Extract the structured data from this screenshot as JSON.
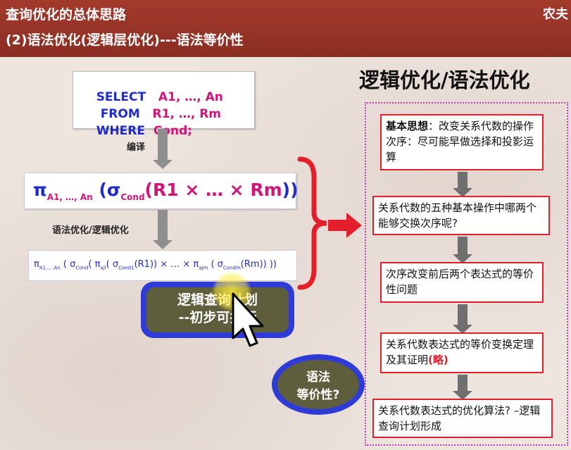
{
  "header": {
    "title": "查询优化的总体思路",
    "subtitle": "(2)语法优化(逻辑层优化)---语法等价性",
    "corner": "农夫"
  },
  "sql": {
    "select_kw": "SELECT",
    "select_val": "A1, …, An",
    "from_kw": "FROM",
    "from_val": "R1, …, Rm",
    "where_kw": "WHERE",
    "where_val": "Cond;"
  },
  "labels": {
    "compile": "编译",
    "syntax_opt": "语法优化/逻辑优化"
  },
  "expr1": {
    "pi": "π",
    "pi_sub": "A1, …, An",
    "open": " (",
    "sigma": "σ",
    "sigma_sub": "Cond",
    "body": "(R1 × … × Rm",
    "close": "))"
  },
  "expr2": {
    "text": "π",
    "sub1": "A1,…,An",
    "p1": " ( σ",
    "sub2": "Cond",
    "p2": "(   π",
    "sub3": "ajl",
    "p3": "( σ",
    "sub4": "Cond1",
    "p4": "(R1)) × … × π",
    "sub5": "ajm",
    "p5": " ( σ",
    "sub6": "Condm",
    "p6": "(Rm)) ))"
  },
  "plan_button": {
    "line1": "逻辑查询计划",
    "line2": "--初步可执行"
  },
  "equiv_button": {
    "line1": "语法",
    "line2": "等价性?"
  },
  "right": {
    "title": "逻辑优化/语法优化",
    "box1_bold": "基本思想",
    "box1_text": "：改变关系代数的操作次序：尽可能早做选择和投影运算",
    "box2_text": "关系代数的五种基本操作中哪两个能够交换次序呢?",
    "box3_text": "次序改变前后两个表达式的等价性问题",
    "box4_text": "关系代数表达式的等价变换定理及其证明",
    "box4_red": "(略)",
    "box5_text": "关系代数表达式的优化算法? –逻辑查询计划形成"
  },
  "colors": {
    "header": "#8b2e23",
    "keyword_blue": "#1f2bd0",
    "value_magenta": "#d4137a",
    "box_red": "#e21f2a",
    "dotted_purple": "#c83cc8",
    "button_blue": "#2e3bd6",
    "button_olive": "#5e5e3c"
  }
}
